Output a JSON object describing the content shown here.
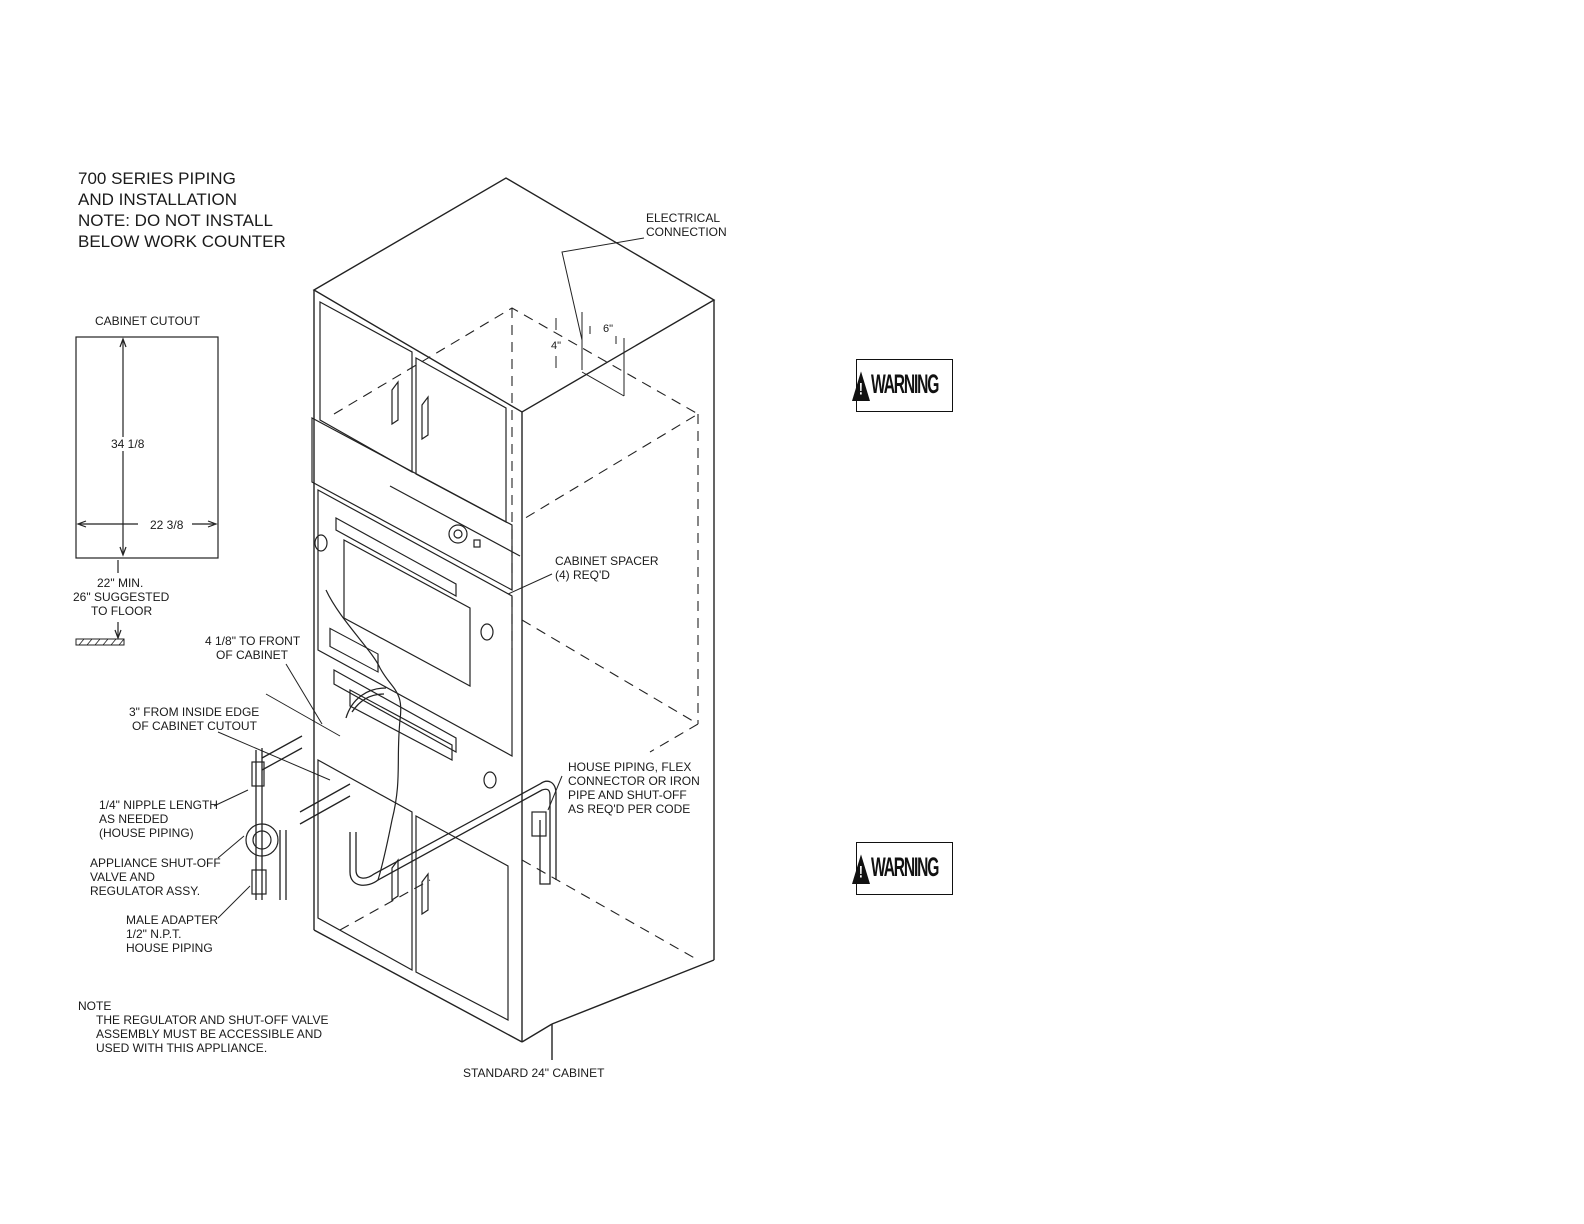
{
  "title": {
    "line1": "700 SERIES PIPING",
    "line2": "AND INSTALLATION",
    "line3": "NOTE: DO NOT INSTALL",
    "line4": "BELOW WORK COUNTER"
  },
  "cutout": {
    "label": "CABINET CUTOUT",
    "height_dim": "34 1/8",
    "width_dim": "22 3/8",
    "floor_line1": "22\" MIN.",
    "floor_line2": "26\" SUGGESTED",
    "floor_line3": "TO FLOOR"
  },
  "callouts": {
    "electrical_1": "ELECTRICAL",
    "electrical_2": "CONNECTION",
    "dim_6": "6\"",
    "dim_4": "4\"",
    "spacer_1": "CABINET SPACER",
    "spacer_2": "(4) REQ'D",
    "front_1": "4 1/8\" TO FRONT",
    "front_2": "OF CABINET",
    "edge_1": "3\" FROM INSIDE EDGE",
    "edge_2": "OF CABINET CUTOUT",
    "house_1": "HOUSE PIPING, FLEX",
    "house_2": "CONNECTOR OR IRON",
    "house_3": "PIPE AND SHUT-OFF",
    "house_4": "AS REQ'D PER CODE",
    "nipple_1": "1/4\" NIPPLE LENGTH",
    "nipple_2": "AS NEEDED",
    "nipple_3": "(HOUSE PIPING)",
    "shutoff_1": "APPLIANCE SHUT-OFF",
    "shutoff_2": "VALVE AND",
    "shutoff_3": "REGULATOR ASSY.",
    "adapter_1": "MALE ADAPTER",
    "adapter_2": "1/2\" N.P.T.",
    "adapter_3": "HOUSE PIPING",
    "cabinet": "STANDARD 24\" CABINET"
  },
  "note": {
    "heading": "NOTE",
    "line1": "THE REGULATOR AND SHUT-OFF VALVE",
    "line2": "ASSEMBLY MUST BE ACCESSIBLE AND",
    "line3": "USED WITH THIS APPLIANCE."
  },
  "warnings": {
    "top": "WARNING",
    "bottom": "WARNING"
  }
}
